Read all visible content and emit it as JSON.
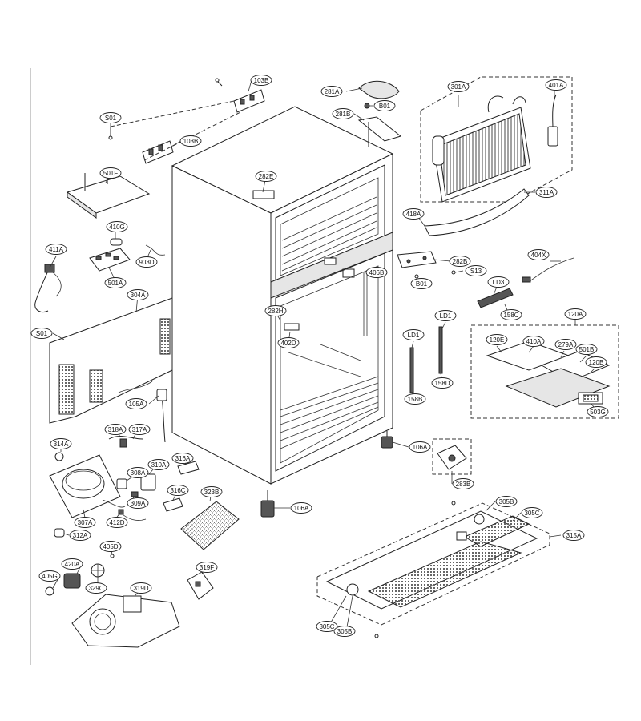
{
  "diagram": {
    "part_labels": {
      "c103B_top": "103B",
      "c103B_mid": "103B",
      "cS01_top": "S01",
      "c501F": "501F",
      "c410G": "410G",
      "c903D": "903D",
      "c411A": "411A",
      "c501A": "501A",
      "c304A": "304A",
      "cS01_left": "S01",
      "c282E": "282E",
      "c281A": "281A",
      "c281B": "281B",
      "cB01_top": "B01",
      "c301A": "301A",
      "c401A": "401A",
      "c311A": "311A",
      "c418A": "418A",
      "c282B": "282B",
      "cS13": "S13",
      "cB01_mid": "B01",
      "c406B": "406B",
      "c282H": "282H",
      "c402D": "402D",
      "c404X": "404X",
      "cLD3": "LD3",
      "c158C": "158C",
      "cLD1_a": "LD1",
      "cLD1_b": "LD1",
      "c158B": "158B",
      "c158D": "158D",
      "c120A": "120A",
      "c120E": "120E",
      "c410A": "410A",
      "c279A": "279A",
      "c501B": "501B",
      "c120B": "120B",
      "c503G": "503G",
      "c105A": "105A",
      "c318A": "318A",
      "c317A": "317A",
      "c314A": "314A",
      "c316A": "316A",
      "c310A": "310A",
      "c308A": "308A",
      "c309A": "309A",
      "c316C": "316C",
      "c323B": "323B",
      "c307A": "307A",
      "c412D": "412D",
      "c312A": "312A",
      "c106A_right": "106A",
      "c106A_bottom": "106A",
      "c283B": "283B",
      "c305B_top": "305B",
      "c305C_top": "305C",
      "c315A": "315A",
      "c405D": "405D",
      "c420A": "420A",
      "c405G": "405G",
      "c329C": "329C",
      "c319D": "319D",
      "c319F": "319F",
      "c305C_bottom": "305C",
      "c305B_bottom": "305B"
    }
  }
}
